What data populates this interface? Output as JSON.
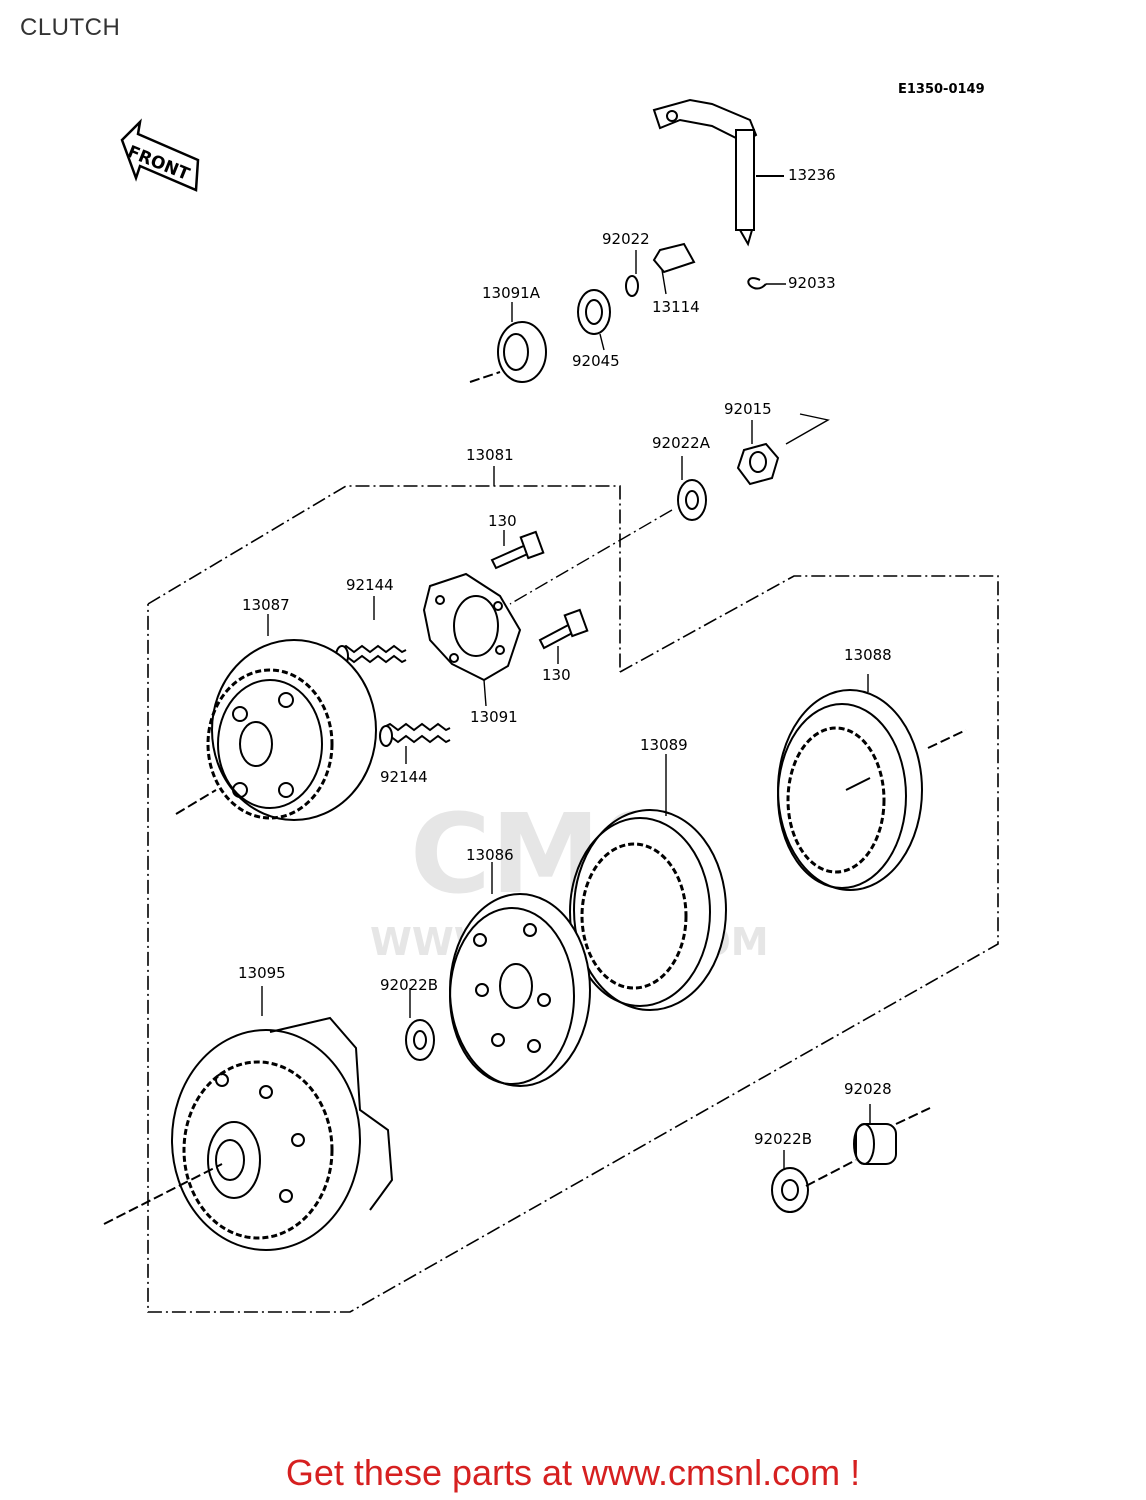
{
  "title": "CLUTCH",
  "diagram_code": "E1350-0149",
  "front_label": "FRONT",
  "watermark": {
    "domain": "WWW.CMSNL.COM",
    "logo": "CMS"
  },
  "footer": "Get these parts at www.cmsnl.com !",
  "colors": {
    "footer": "#d62020",
    "ink": "#000000",
    "watermark": "#e6e6e6"
  },
  "parts": [
    {
      "id": "13236",
      "label": "13236"
    },
    {
      "id": "92022",
      "label": "92022"
    },
    {
      "id": "92033",
      "label": "92033"
    },
    {
      "id": "13091A",
      "label": "13091A"
    },
    {
      "id": "13114",
      "label": "13114"
    },
    {
      "id": "92045",
      "label": "92045"
    },
    {
      "id": "92015",
      "label": "92015"
    },
    {
      "id": "13081",
      "label": "13081"
    },
    {
      "id": "92022A",
      "label": "92022A"
    },
    {
      "id": "130a",
      "label": "130"
    },
    {
      "id": "92144a",
      "label": "92144"
    },
    {
      "id": "13087",
      "label": "13087"
    },
    {
      "id": "130b",
      "label": "130"
    },
    {
      "id": "13091",
      "label": "13091"
    },
    {
      "id": "13088",
      "label": "13088"
    },
    {
      "id": "92144b",
      "label": "92144"
    },
    {
      "id": "13089",
      "label": "13089"
    },
    {
      "id": "13086",
      "label": "13086"
    },
    {
      "id": "13095",
      "label": "13095"
    },
    {
      "id": "92022Ba",
      "label": "92022B"
    },
    {
      "id": "92028",
      "label": "92028"
    },
    {
      "id": "92022Bb",
      "label": "92022B"
    }
  ]
}
